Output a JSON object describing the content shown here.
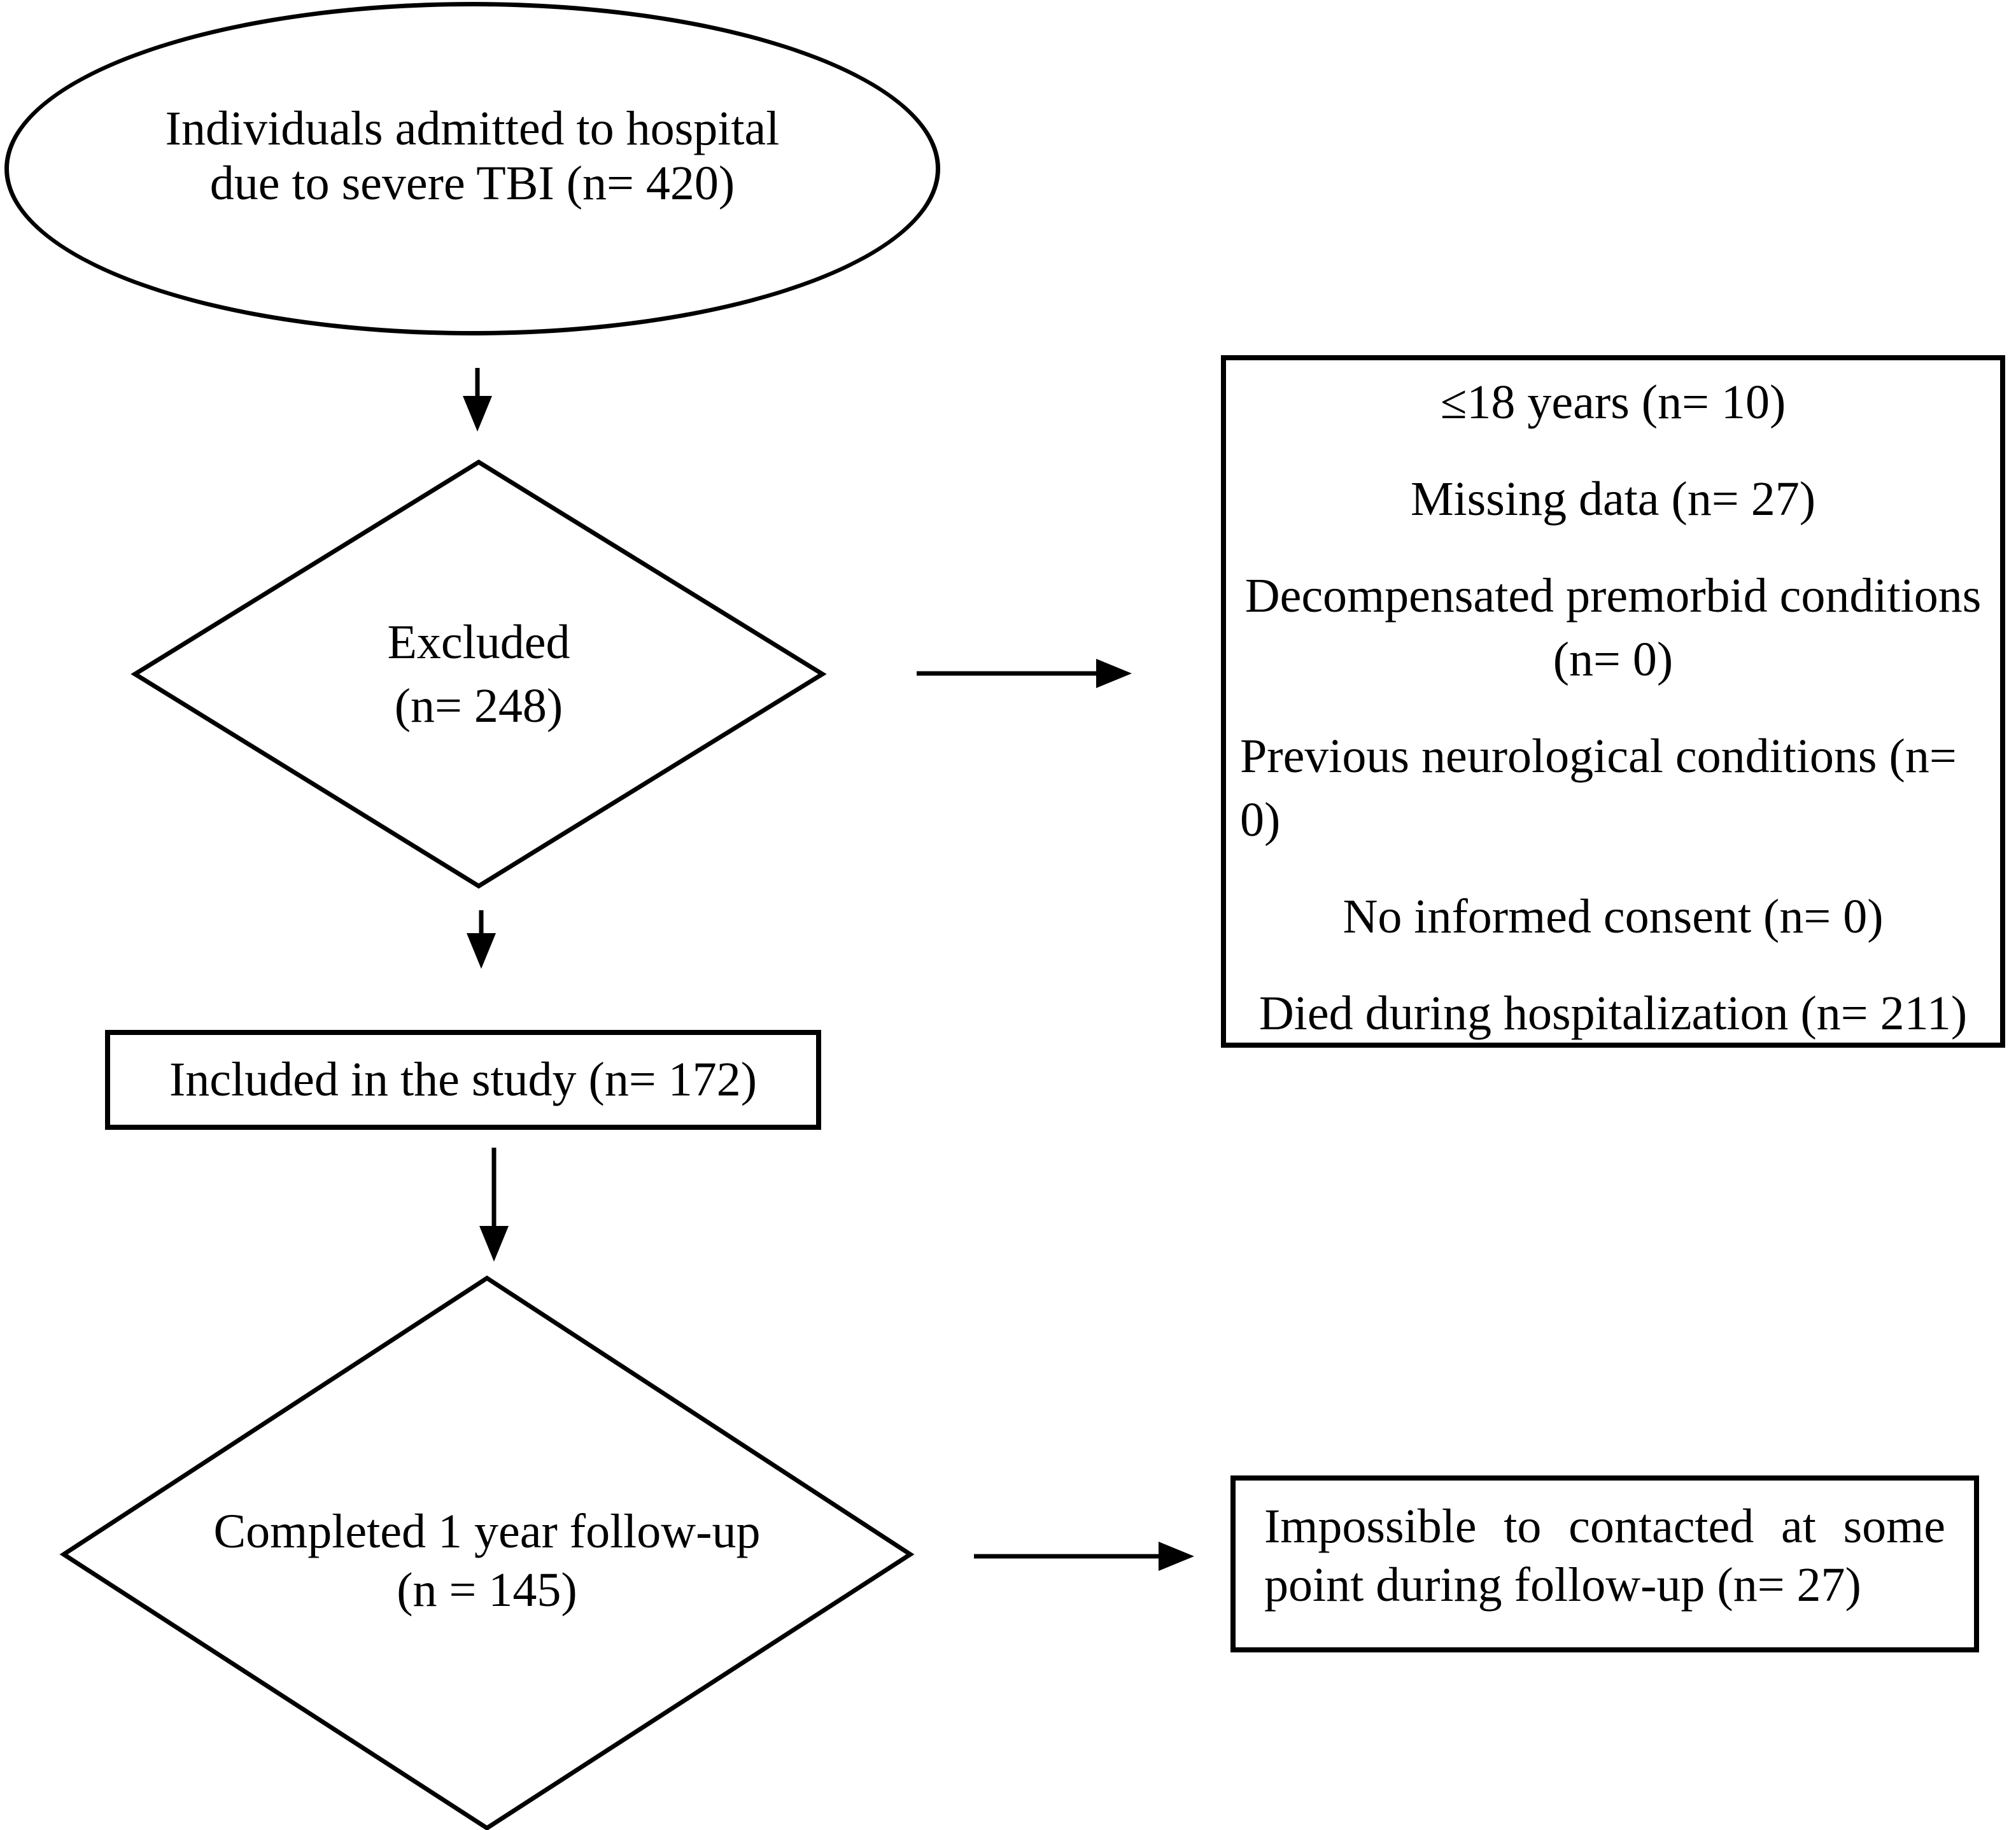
{
  "colors": {
    "ink": "#000000",
    "background": "#ffffff"
  },
  "ellipse_node": {
    "line1": "Individuals admitted to hospital",
    "line2": "due to severe TBI (n= 420)"
  },
  "excluded_node": {
    "line1": "Excluded",
    "line2": "(n= 248)"
  },
  "exclusion_box": {
    "reasons": [
      {
        "lines": [
          "≤18 years (n= 10)"
        ]
      },
      {
        "lines": [
          "Missing data (n= 27)"
        ]
      },
      {
        "lines": [
          "Decompensated premorbid conditions",
          "(n= 0)"
        ]
      },
      {
        "lines": [
          "Previous neurological conditions (n=",
          "0)"
        ]
      },
      {
        "lines": [
          "No informed consent (n= 0)"
        ]
      },
      {
        "lines": [
          "Died during hospitalization (n= 211)"
        ]
      }
    ]
  },
  "included_node": {
    "label": "Included in the study (n= 172)"
  },
  "followup_node": {
    "line1": "Completed 1 year follow-up",
    "line2": "(n = 145)"
  },
  "contact_box": {
    "label": "Impossible to contacted at some point during follow-up (n= 27)"
  }
}
